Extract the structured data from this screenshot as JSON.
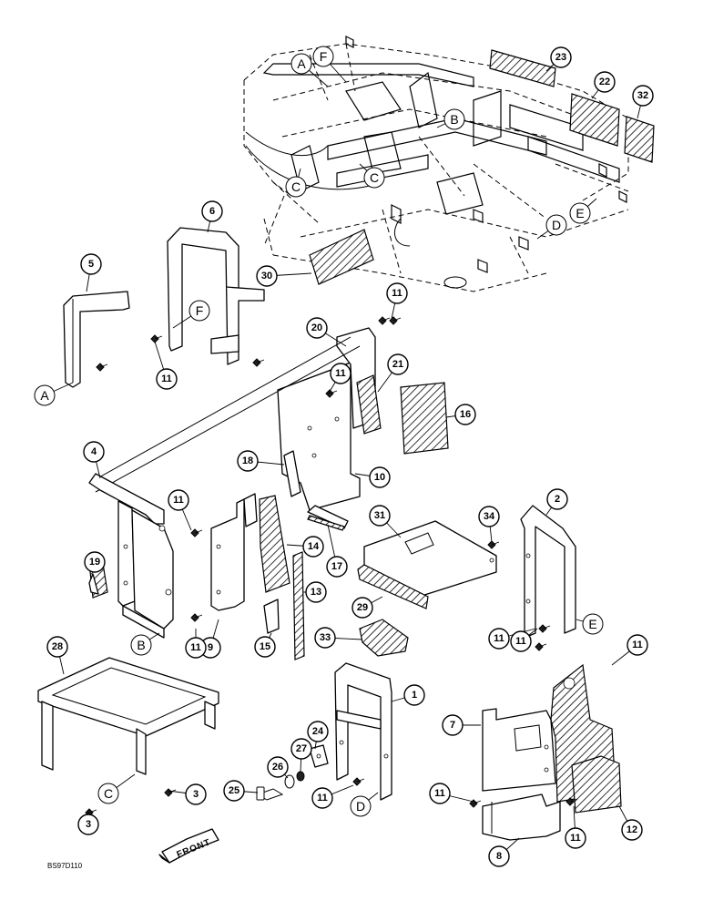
{
  "drawing_id": "BS97D110",
  "front_label": "FRONT",
  "callouts": [
    {
      "num": "1"
    },
    {
      "num": "2"
    },
    {
      "num": "3"
    },
    {
      "num": "3"
    },
    {
      "num": "4"
    },
    {
      "num": "5"
    },
    {
      "num": "6"
    },
    {
      "num": "7"
    },
    {
      "num": "8"
    },
    {
      "num": "9"
    },
    {
      "num": "10"
    },
    {
      "num": "11"
    },
    {
      "num": "11"
    },
    {
      "num": "11"
    },
    {
      "num": "11"
    },
    {
      "num": "11"
    },
    {
      "num": "11"
    },
    {
      "num": "11"
    },
    {
      "num": "11"
    },
    {
      "num": "11"
    },
    {
      "num": "11"
    },
    {
      "num": "11"
    },
    {
      "num": "12"
    },
    {
      "num": "13"
    },
    {
      "num": "14"
    },
    {
      "num": "15"
    },
    {
      "num": "16"
    },
    {
      "num": "17"
    },
    {
      "num": "18"
    },
    {
      "num": "19"
    },
    {
      "num": "20"
    },
    {
      "num": "21"
    },
    {
      "num": "22"
    },
    {
      "num": "23"
    },
    {
      "num": "24"
    },
    {
      "num": "25"
    },
    {
      "num": "26"
    },
    {
      "num": "27"
    },
    {
      "num": "28"
    },
    {
      "num": "29"
    },
    {
      "num": "30"
    },
    {
      "num": "31"
    },
    {
      "num": "32"
    },
    {
      "num": "33"
    },
    {
      "num": "34"
    }
  ],
  "ref_marks": [
    {
      "letter": "A"
    },
    {
      "letter": "F"
    },
    {
      "letter": "B"
    },
    {
      "letter": "C"
    },
    {
      "letter": "C"
    },
    {
      "letter": "D"
    },
    {
      "letter": "E"
    },
    {
      "letter": "F"
    },
    {
      "letter": "A"
    },
    {
      "letter": "B"
    },
    {
      "letter": "E"
    },
    {
      "letter": "C"
    },
    {
      "letter": "D"
    }
  ]
}
